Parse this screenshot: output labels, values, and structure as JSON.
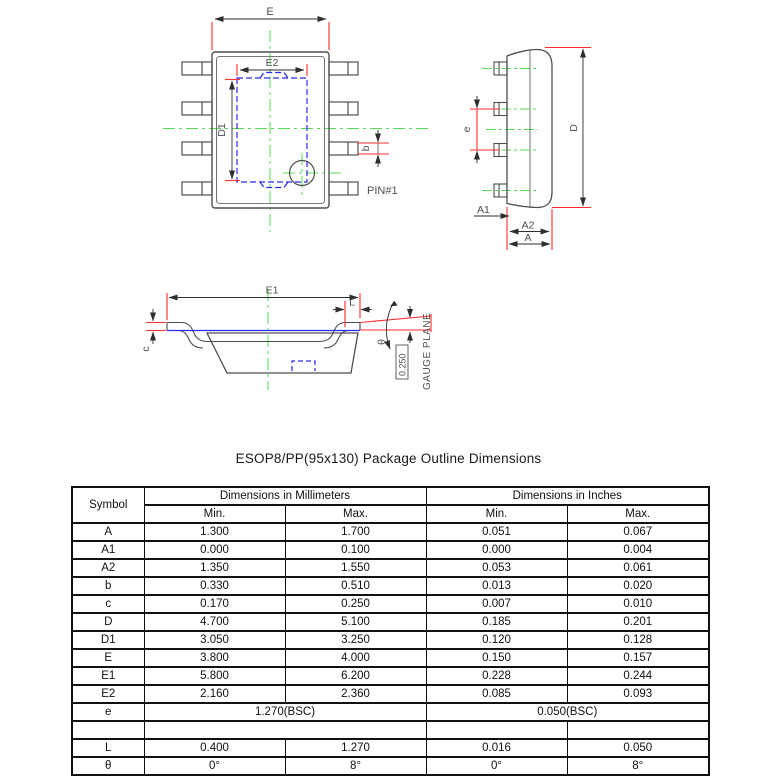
{
  "page": {
    "title": "ESOP8/PP(95x130) Package Outline Dimensions"
  },
  "drawing": {
    "labels": {
      "E": "E",
      "E2": "E2",
      "D1": "D1",
      "b": "b",
      "pin1": "PIN#1",
      "e": "e",
      "D": "D",
      "A1": "A1",
      "A2": "A2",
      "A": "A",
      "E1": "E1",
      "L": "L",
      "c": "c",
      "theta": "θ",
      "gauge_value": "0.250",
      "gauge_plane": "GAUGE PLANE"
    },
    "colors": {
      "dimension_red": "#ff2d2d",
      "centerline_green": "#55dd55",
      "pad_blue": "#2a2aee",
      "outline_gray": "#4f4f4f",
      "dim_black": "#2e2e2e"
    }
  },
  "table": {
    "headers": {
      "symbol": "Symbol",
      "mm_group": "Dimensions in Millimeters",
      "in_group": "Dimensions in Inches",
      "min": "Min.",
      "max": "Max."
    },
    "rows": [
      {
        "symbol": "A",
        "mm_min": "1.300",
        "mm_max": "1.700",
        "in_min": "0.051",
        "in_max": "0.067"
      },
      {
        "symbol": "A1",
        "mm_min": "0.000",
        "mm_max": "0.100",
        "in_min": "0.000",
        "in_max": "0.004"
      },
      {
        "symbol": "A2",
        "mm_min": "1.350",
        "mm_max": "1.550",
        "in_min": "0.053",
        "in_max": "0.061"
      },
      {
        "symbol": "b",
        "mm_min": "0.330",
        "mm_max": "0.510",
        "in_min": "0.013",
        "in_max": "0.020"
      },
      {
        "symbol": "c",
        "mm_min": "0.170",
        "mm_max": "0.250",
        "in_min": "0.007",
        "in_max": "0.010"
      },
      {
        "symbol": "D",
        "mm_min": "4.700",
        "mm_max": "5.100",
        "in_min": "0.185",
        "in_max": "0.201"
      },
      {
        "symbol": "D1",
        "mm_min": "3.050",
        "mm_max": "3.250",
        "in_min": "0.120",
        "in_max": "0.128"
      },
      {
        "symbol": "E",
        "mm_min": "3.800",
        "mm_max": "4.000",
        "in_min": "0.150",
        "in_max": "0.157"
      },
      {
        "symbol": "E1",
        "mm_min": "5.800",
        "mm_max": "6.200",
        "in_min": "0.228",
        "in_max": "0.244"
      },
      {
        "symbol": "E2",
        "mm_min": "2.160",
        "mm_max": "2.360",
        "in_min": "0.085",
        "in_max": "0.093"
      },
      {
        "type": "span",
        "symbol": "e",
        "mm": "1.270(BSC)",
        "inches": "0.050(BSC)"
      },
      {
        "type": "empty"
      },
      {
        "symbol": "L",
        "mm_min": "0.400",
        "mm_max": "1.270",
        "in_min": "0.016",
        "in_max": "0.050"
      },
      {
        "symbol": "θ",
        "mm_min": "0°",
        "mm_max": "8°",
        "in_min": "0°",
        "in_max": "8°"
      }
    ]
  }
}
